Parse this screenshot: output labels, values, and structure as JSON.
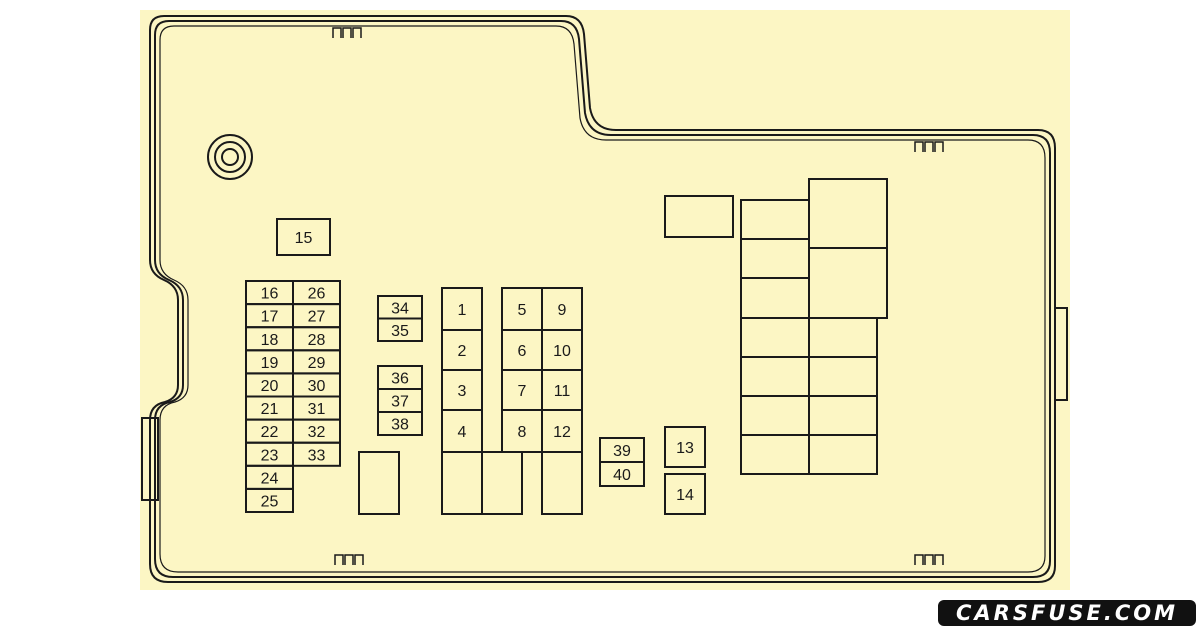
{
  "diagram": {
    "background_color": "#fcf6c4",
    "line_color": "#1a1a1a",
    "fuse_labels": [
      "1",
      "2",
      "3",
      "4",
      "5",
      "6",
      "7",
      "8",
      "9",
      "10",
      "11",
      "12",
      "13",
      "14",
      "15",
      "16",
      "17",
      "18",
      "19",
      "20",
      "21",
      "22",
      "23",
      "24",
      "25",
      "26",
      "27",
      "28",
      "29",
      "30",
      "31",
      "32",
      "33",
      "34",
      "35",
      "36",
      "37",
      "38",
      "39",
      "40"
    ]
  },
  "watermark": {
    "text": "CARSFUSE.COM"
  }
}
